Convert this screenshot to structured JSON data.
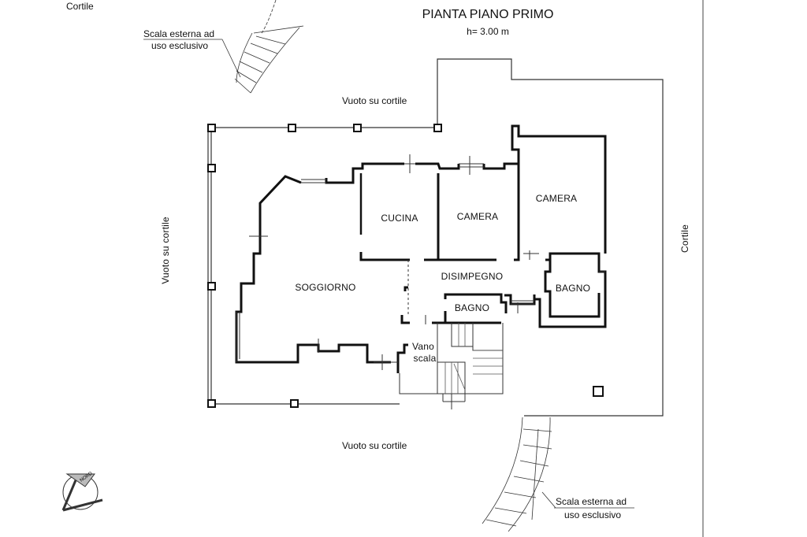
{
  "header": {
    "title": "PIANTA PIANO PRIMO",
    "height": "h= 3.00 m"
  },
  "labels": {
    "cortile_top_left": "Cortile",
    "cortile_right": "Cortile",
    "vuoto_top": "Vuoto su cortile",
    "vuoto_left": "Vuoto su cortile",
    "vuoto_bottom": "Vuoto su cortile",
    "scala_top_line1": "Scala esterna ad",
    "scala_top_line2": "uso esclusivo",
    "scala_bottom_line1": "Scala esterna ad",
    "scala_bottom_line2": "uso esclusivo",
    "compass": "NORD"
  },
  "rooms": {
    "cucina": "CUCINA",
    "camera1": "CAMERA",
    "camera2": "CAMERA",
    "disimpegno": "DISIMPEGNO",
    "soggiorno": "SOGGIORNO",
    "bagno1": "BAGNO",
    "bagno2": "BAGNO",
    "vano_line1": "Vano",
    "vano_line2": "scala"
  }
}
